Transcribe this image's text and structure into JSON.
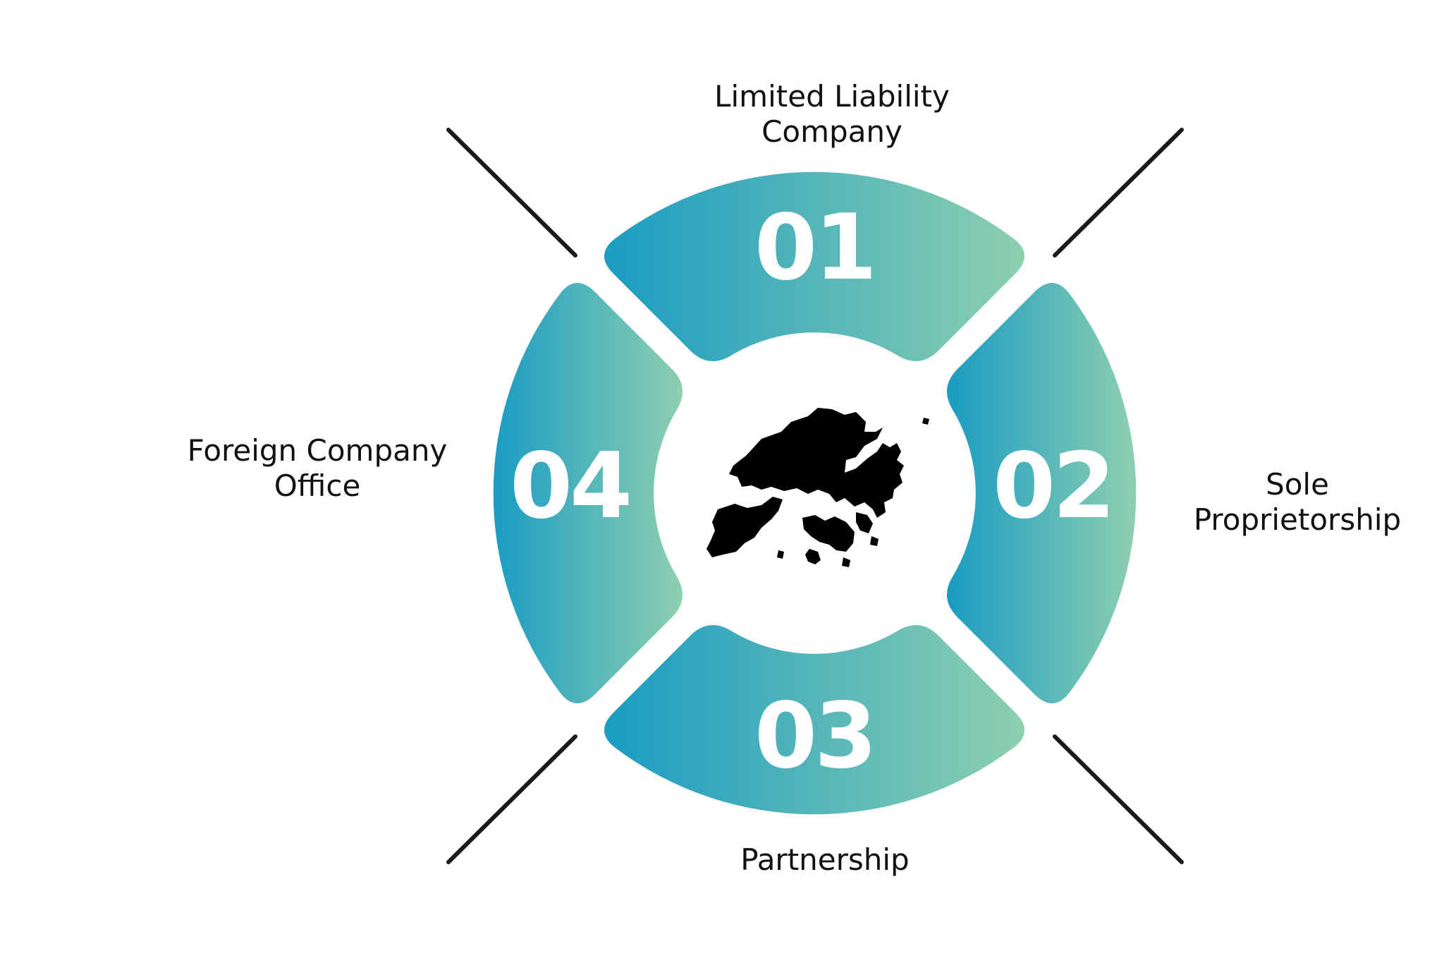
{
  "segments": [
    {
      "number": "01",
      "label_lines": [
        "Limited Liability",
        "Company"
      ]
    },
    {
      "number": "02",
      "label_lines": [
        "Sole",
        "Proprietorship"
      ]
    },
    {
      "number": "03",
      "label_lines": [
        "Partnership"
      ]
    },
    {
      "number": "04",
      "label_lines": [
        "Foreign Company",
        "Office"
      ]
    }
  ],
  "colors": {
    "gradient_start": "#1A9CC3",
    "gradient_end": "#8ECFB0",
    "line": "#1a1a1a",
    "map": "#000000"
  },
  "center_icon": "hong-kong-map-icon"
}
